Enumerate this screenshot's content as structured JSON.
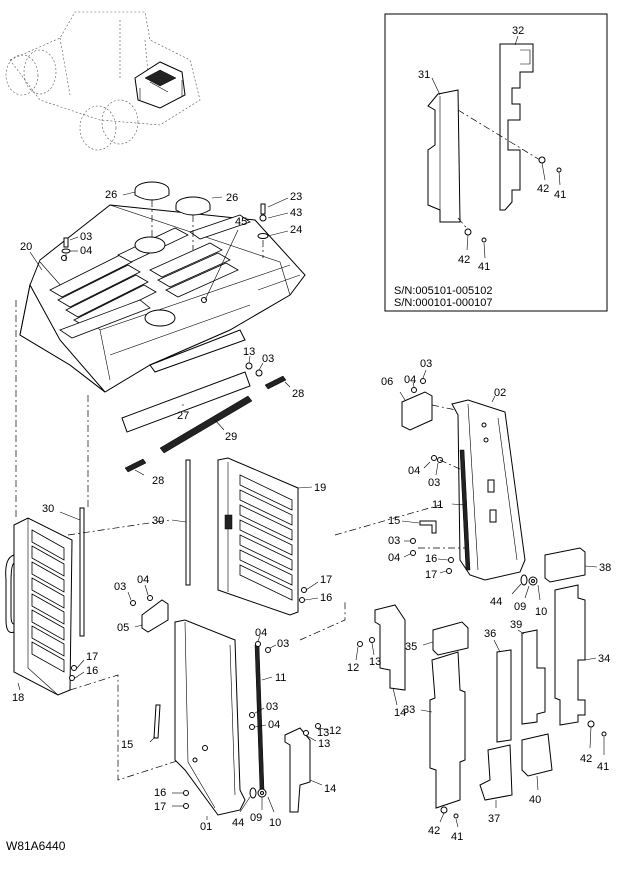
{
  "figure_code": "W81A6440",
  "serial_numbers": [
    "S/N:005101-005102",
    "S/N:000101-000107"
  ],
  "callouts": {
    "c01": "01",
    "c02": "02",
    "c03a": "03",
    "c03b": "03",
    "c03c": "03",
    "c03d": "03",
    "c03e": "03",
    "c03f": "03",
    "c03g": "03",
    "c03h": "03",
    "c04a": "04",
    "c04b": "04",
    "c04c": "04",
    "c04d": "04",
    "c04e": "04",
    "c04f": "04",
    "c04g": "04",
    "c05": "05",
    "c06": "06",
    "c09a": "09",
    "c09b": "09",
    "c10a": "10",
    "c10b": "10",
    "c11a": "11",
    "c11b": "11",
    "c12a": "12",
    "c12b": "12",
    "c13a": "13",
    "c13b": "13",
    "c13c": "13",
    "c13d": "13",
    "c14a": "14",
    "c14b": "14",
    "c15a": "15",
    "c15b": "15",
    "c16a": "16",
    "c16b": "16",
    "c16c": "16",
    "c16d": "16",
    "c17a": "17",
    "c17b": "17",
    "c17c": "17",
    "c17d": "17",
    "c18": "18",
    "c19": "19",
    "c20": "20",
    "c23": "23",
    "c24": "24",
    "c26a": "26",
    "c26b": "26",
    "c27": "27",
    "c28a": "28",
    "c28b": "28",
    "c29": "29",
    "c30a": "30",
    "c30b": "30",
    "c31": "31",
    "c32": "32",
    "c33": "33",
    "c34": "34",
    "c35": "35",
    "c36": "36",
    "c37": "37",
    "c38": "38",
    "c39": "39",
    "c40": "40",
    "c41a": "41",
    "c41b": "41",
    "c41c": "41",
    "c41d": "41",
    "c42a": "42",
    "c42b": "42",
    "c42c": "42",
    "c42d": "42",
    "c43": "43",
    "c44a": "44",
    "c44b": "44",
    "c45": "45"
  }
}
